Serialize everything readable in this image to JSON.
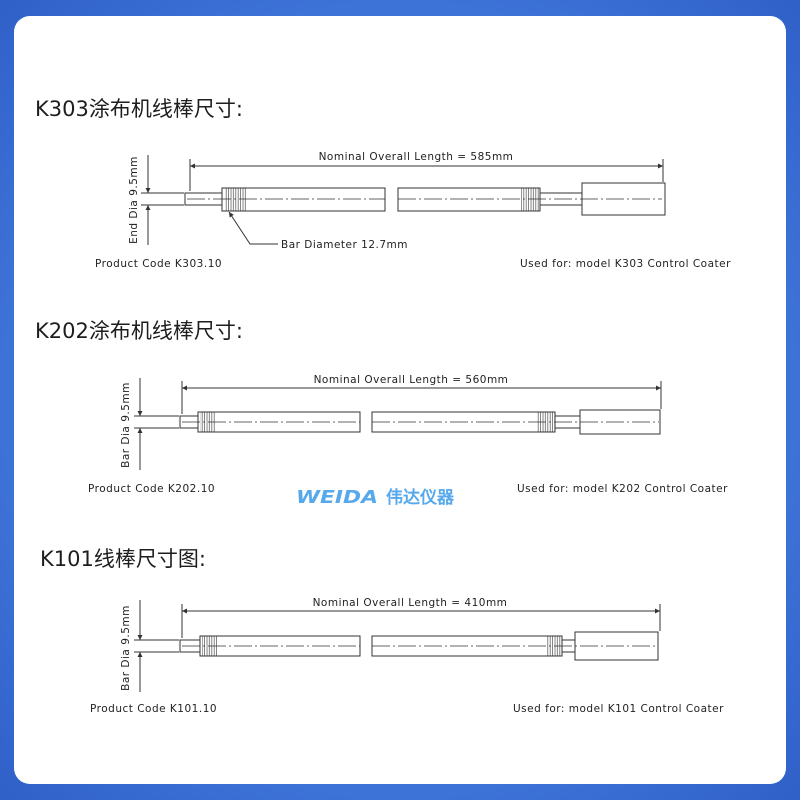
{
  "colors": {
    "frame": "#3d72d7",
    "card": "#ffffff",
    "line": "#333333",
    "watermark": "#3a9be8"
  },
  "watermark": {
    "brand": "WEIDA",
    "name": "伟达仪器"
  },
  "rods": [
    {
      "title": "K303涂布机线棒尺寸:",
      "overall_length": "Nominal Overall Length = 585mm",
      "dia": "End Dia 9.5mm",
      "bar_diameter": "Bar Diameter 12.7mm",
      "product_code": "Product Code K303.10",
      "used_for": "Used for: model K303 Control Coater"
    },
    {
      "title": "K202涂布机线棒尺寸:",
      "overall_length": "Nominal Overall Length = 560mm",
      "dia": "Bar Dia 9.5mm",
      "product_code": "Product Code K202.10",
      "used_for": "Used for: model K202 Control Coater"
    },
    {
      "title": "K101线棒尺寸图:",
      "overall_length": "Nominal Overall Length = 410mm",
      "dia": "Bar Dia 9.5mm",
      "product_code": "Product Code K101.10",
      "used_for": "Used for: model K101 Control Coater"
    }
  ]
}
